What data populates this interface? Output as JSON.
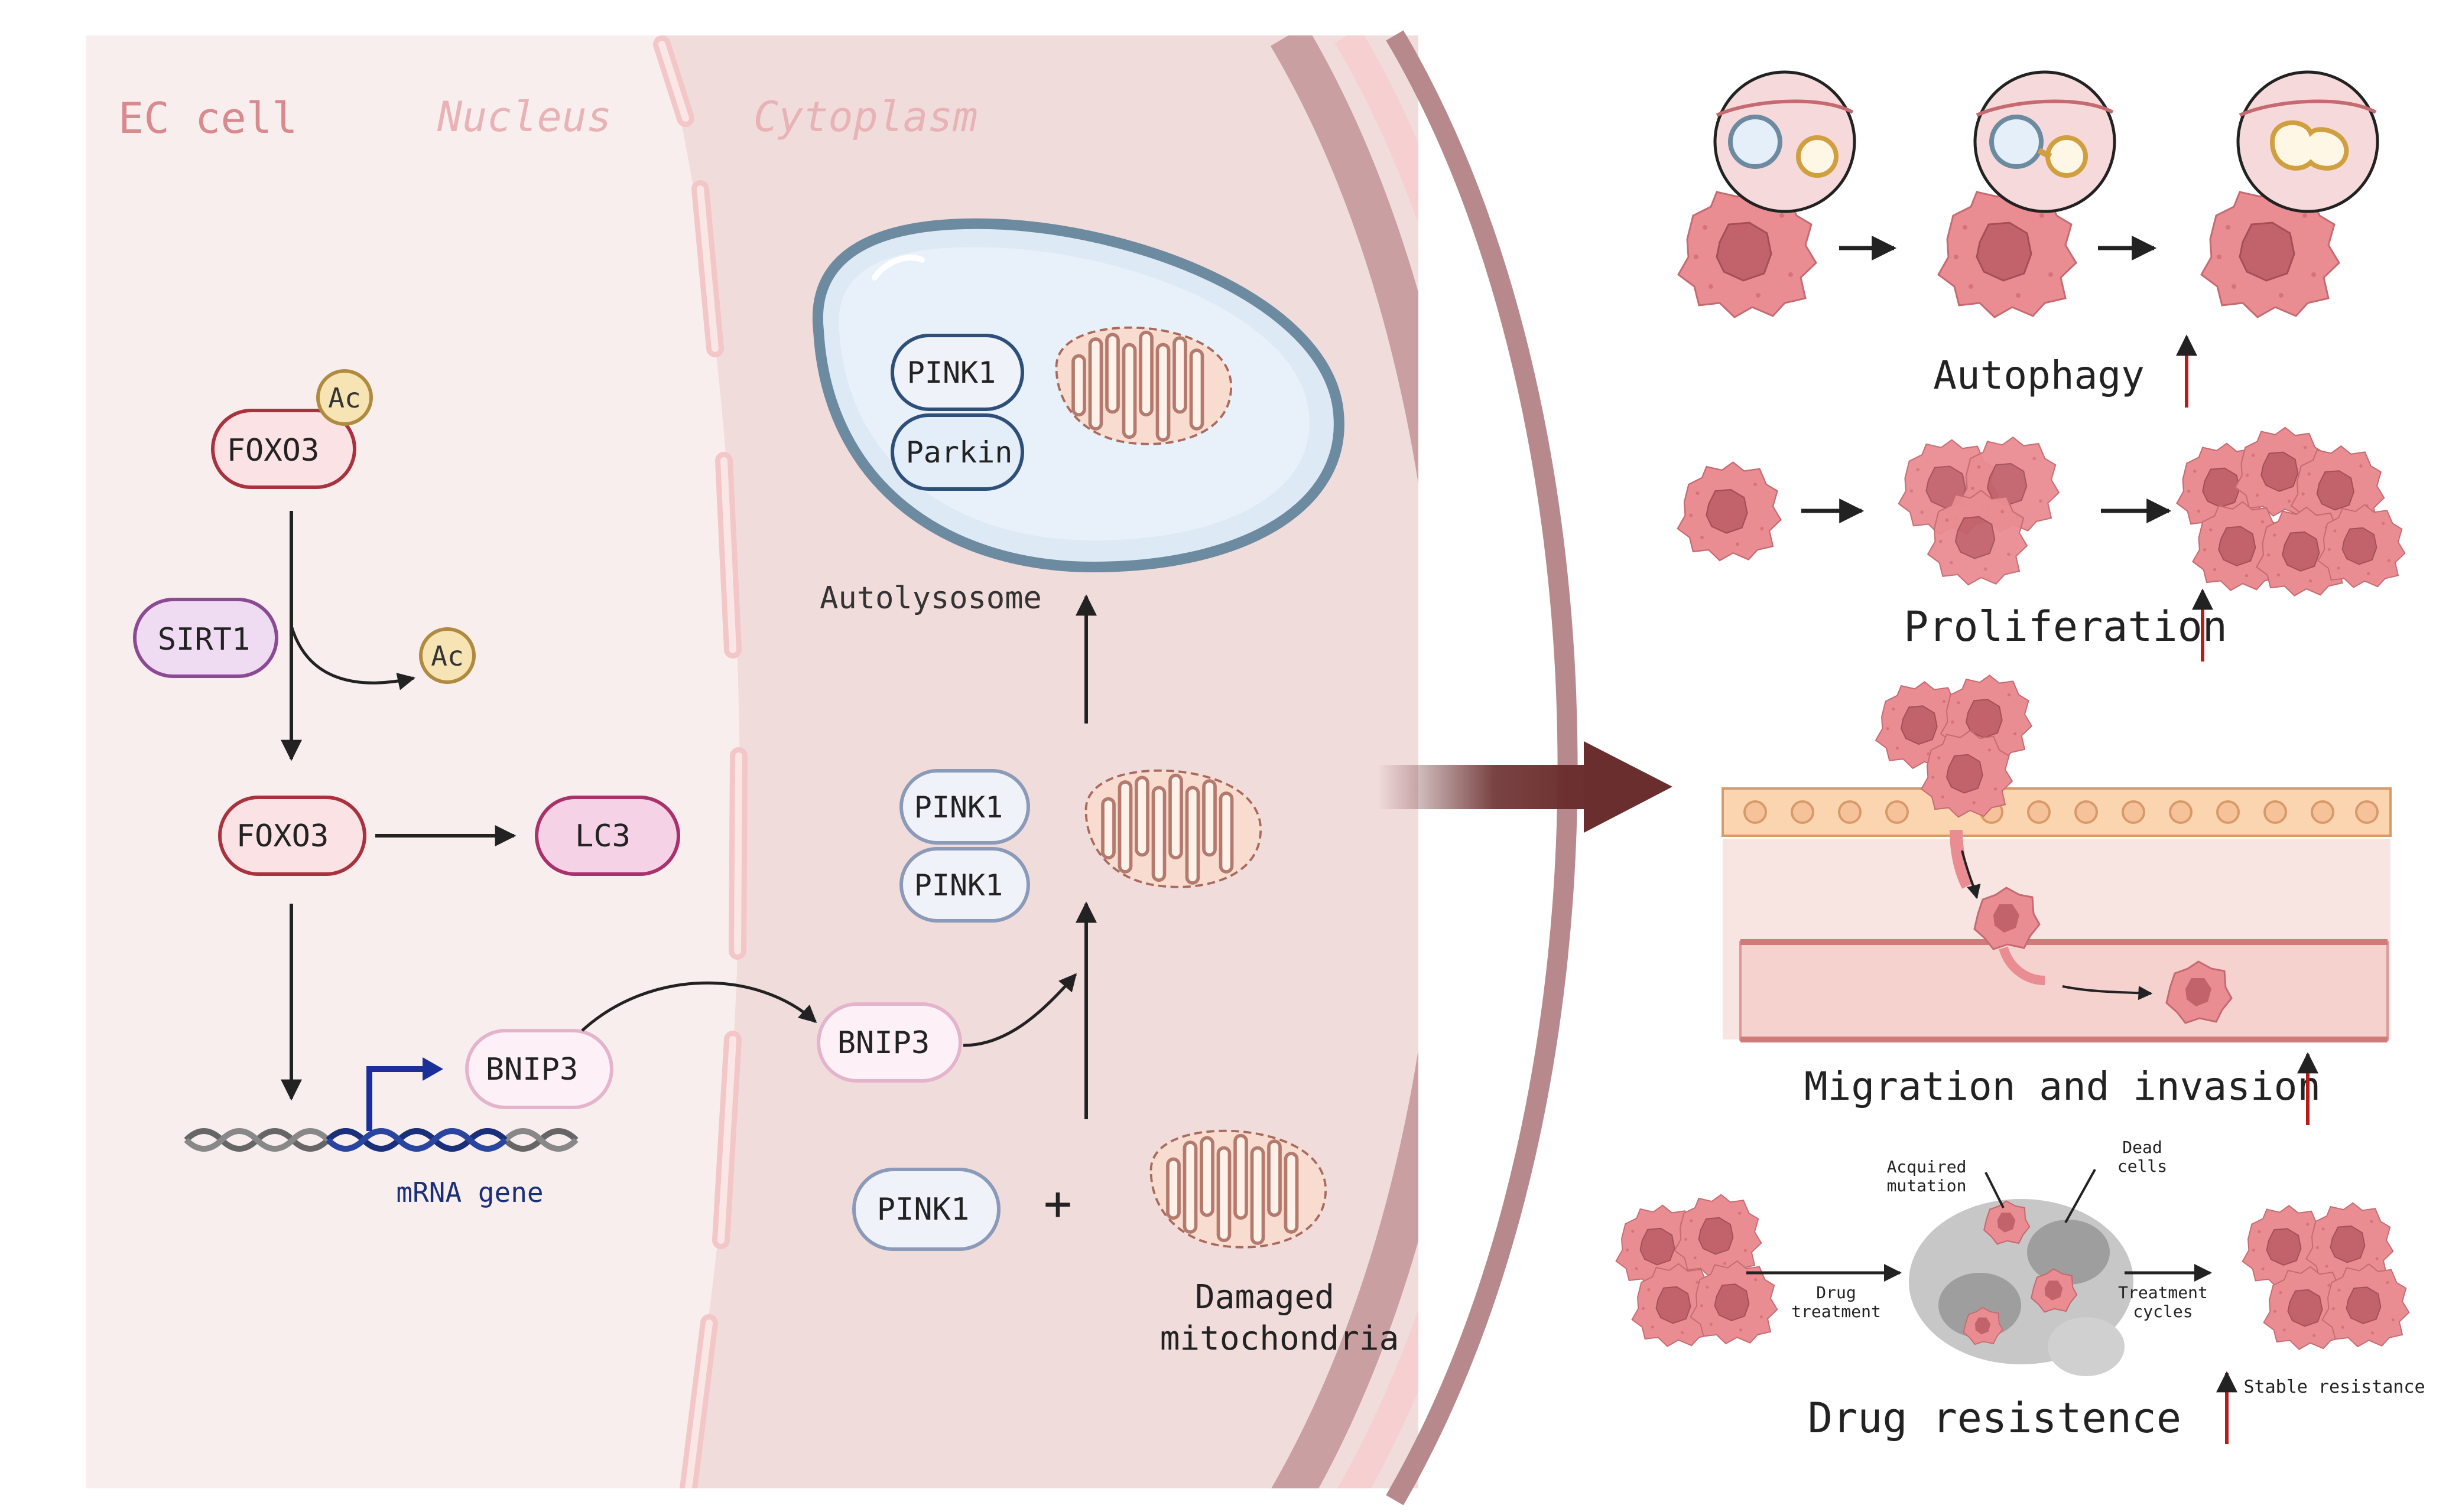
{
  "cell_labels": {
    "ec_cell": "EC cell",
    "nucleus": "Nucleus",
    "cytoplasm": "Cytoplasm"
  },
  "nucleus_pathway": {
    "foxo3_acetylated": "FOXO3",
    "ac_on_foxo3": "Ac",
    "sirt1": "SIRT1",
    "ac_released": "Ac",
    "foxo3": "FOXO3",
    "lc3": "LC3",
    "bnip3_nucleus": "BNIP3",
    "mrna_gene": "mRNA gene"
  },
  "cytoplasm_pathway": {
    "autolysosome": "Autolysosome",
    "pink1_autolysosome": "PINK1",
    "parkin": "Parkin",
    "pink1_upper": "PINK1",
    "pink1_lower": "PINK1",
    "bnip3_cytoplasm": "BNIP3",
    "pink1_free": "PINK1",
    "plus": "+",
    "damaged_mito_line1": "Damaged",
    "damaged_mito_line2": "mitochondria"
  },
  "outcomes": {
    "autophagy": "Autophagy",
    "proliferation": "Proliferation",
    "migration": "Migration and invasion",
    "drug_resistance": "Drug resistence",
    "acquired_mutation_line1": "Acquired",
    "acquired_mutation_line2": "mutation",
    "dead_cells_line1": "Dead",
    "dead_cells_line2": "cells",
    "drug_treatment_line1": "Drug",
    "drug_treatment_line2": "treatment",
    "treatment_cycles_line1": "Treatment",
    "treatment_cycles_line2": "cycles",
    "stable_resistance": "Stable resistance"
  },
  "colors": {
    "nucleus_bg": "#f9eeee",
    "cytoplasm_bg": "#f1dcdc",
    "membrane_outer": "#c99fa1",
    "membrane_inner": "#f6cfd0",
    "foxo3_fill": "#fbe2e5",
    "foxo3_stroke": "#a8323e",
    "sirt1_fill": "#f0dcf2",
    "sirt1_stroke": "#8a4b94",
    "lc3_fill": "#f5d2e6",
    "lc3_stroke": "#a8326c",
    "bnip3_fill": "#fdf0f6",
    "bnip3_stroke": "#e3b4cc",
    "pink1_fill": "#eff2f8",
    "pink1_stroke": "#8a9ab8",
    "parkin_fill": "#e3eef8",
    "parkin_stroke": "#2d4f78",
    "ac_fill": "#f6e4b4",
    "ac_stroke": "#b08a3e",
    "tumor_cell": "#e6868b",
    "tumor_dark": "#b65a63",
    "up_arrow": "#b71c1c",
    "big_arrow": "#6b2e2e"
  }
}
